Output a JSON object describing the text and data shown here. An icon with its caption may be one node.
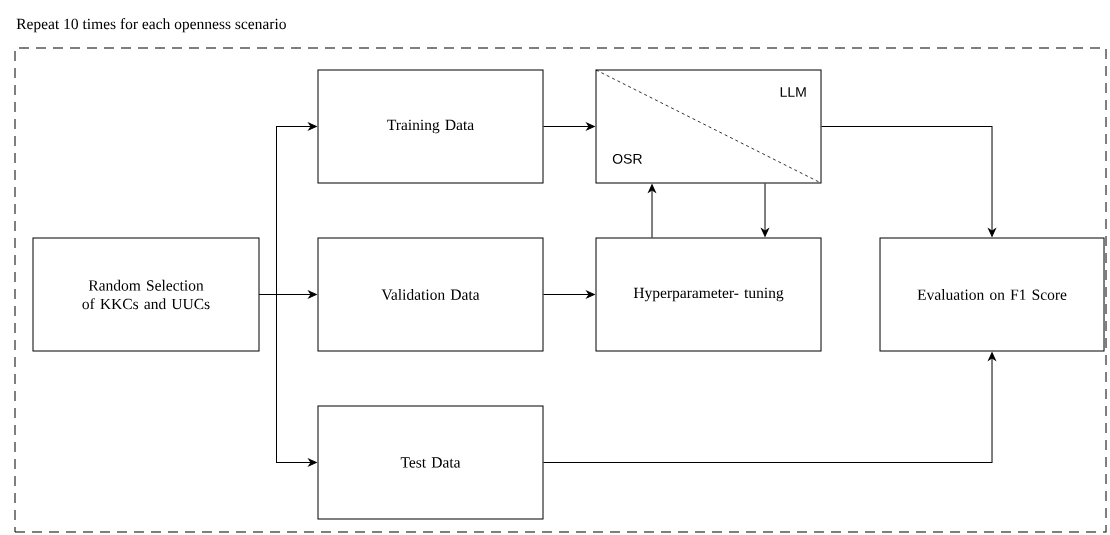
{
  "diagram": {
    "nodes": [
      {
        "text": [
          "Repeat 10 times for each openness scenario"
        ]
      },
      {
        "text": [
          "Random Selection of KKCs and UUCs"
        ],
        "in": 0
      },
      {
        "text": [
          "Training Data"
        ],
        "in": 0
      },
      {
        "text": [
          "LLM",
          "OSR"
        ],
        "in": 0
      },
      {
        "text": [
          "Validation Data"
        ],
        "in": 0
      },
      {
        "text": [
          "Hyperparameter- tuning"
        ],
        "in": 0
      },
      {
        "text": [
          "Evaluation on F1 Score"
        ],
        "in": 0
      },
      {
        "text": [
          "Test Data"
        ],
        "in": 0
      }
    ],
    "edges": [
      {
        "from": 1,
        "to": 2,
        "arrow": "to"
      },
      {
        "from": 1,
        "to": 4,
        "arrow": "to"
      },
      {
        "from": 1,
        "to": 7,
        "arrow": "to"
      },
      {
        "from": 2,
        "to": 3,
        "arrow": "to"
      },
      {
        "from": 4,
        "to": 5,
        "arrow": "to"
      },
      {
        "from": 5,
        "to": 3,
        "arrow": "to"
      },
      {
        "from": 3,
        "to": 5,
        "arrow": "to"
      },
      {
        "from": 3,
        "to": 6,
        "arrow": "to"
      },
      {
        "from": 7,
        "to": 6,
        "arrow": "to"
      }
    ]
  }
}
